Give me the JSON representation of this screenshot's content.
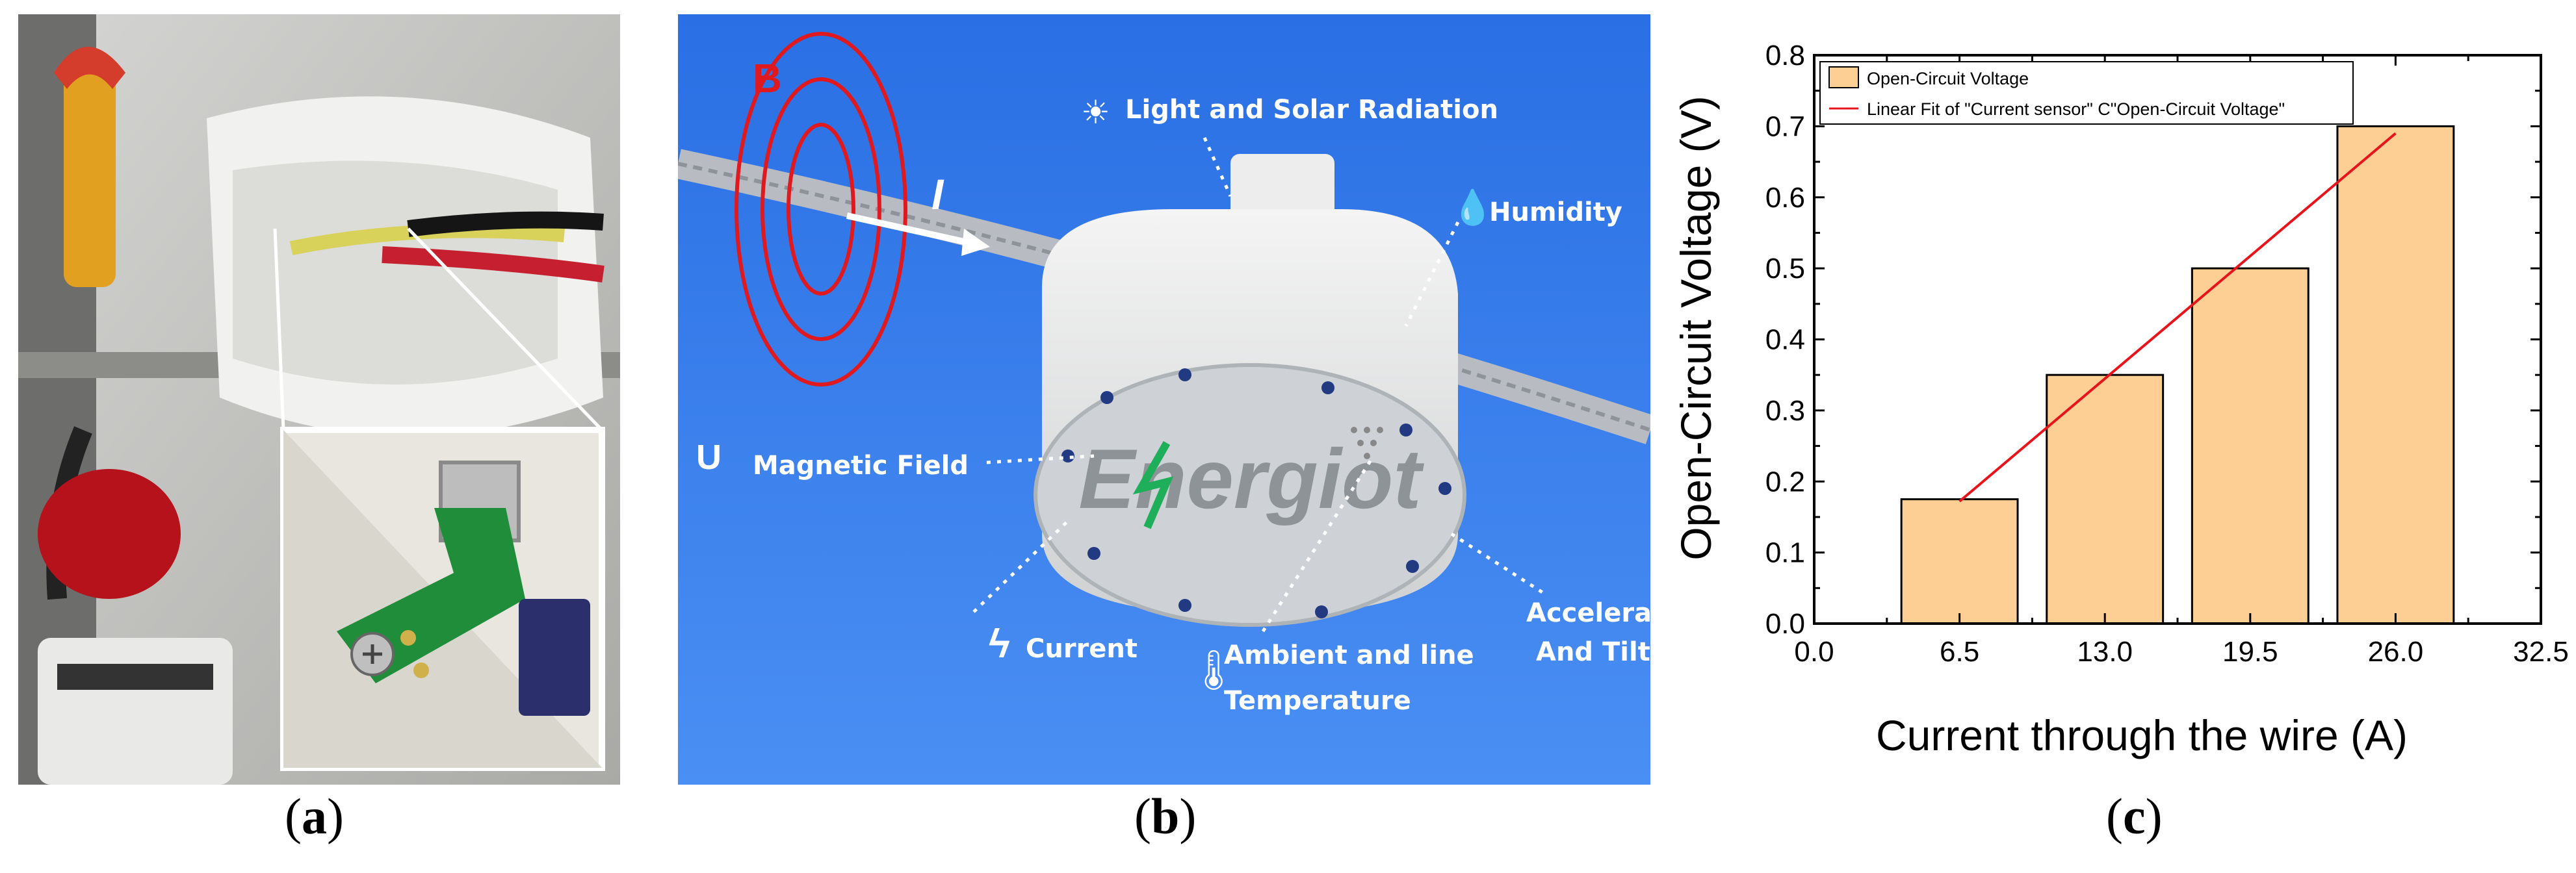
{
  "captions": {
    "a": "a",
    "b": "b",
    "c": "c"
  },
  "panel_b": {
    "b_label": "B",
    "i_label": "I",
    "logo": "Energiot",
    "labels": {
      "light": "Light and Solar Radiation",
      "humidity": "Humidity",
      "magnetic": "Magnetic Field",
      "current": "Current",
      "ambient_line1": "Ambient and line",
      "ambient_line2": "Temperature",
      "accel_line1": "Acceleration",
      "accel_line2": "And Tilt"
    },
    "colors": {
      "sky": "#2f77e8",
      "device": "#e9eaea",
      "field": "#e0191e"
    }
  },
  "chart_data": {
    "type": "bar",
    "x": [
      6.5,
      13.0,
      19.5,
      26.0
    ],
    "values": [
      0.175,
      0.35,
      0.5,
      0.7
    ],
    "xlabel": "Current through the wire (A)",
    "ylabel": "Open-Circuit Voltage (V)",
    "xlim": [
      0.0,
      32.5
    ],
    "ylim": [
      0.0,
      0.8
    ],
    "xticks": [
      "0.0",
      "6.5",
      "13.0",
      "19.5",
      "26.0",
      "32.5"
    ],
    "yticks": [
      "0.0",
      "0.1",
      "0.2",
      "0.3",
      "0.4",
      "0.5",
      "0.6",
      "0.7",
      "0.8"
    ],
    "bar_width": 5.2,
    "fit": {
      "x": [
        6.5,
        26.0
      ],
      "y": [
        0.172,
        0.69
      ]
    },
    "legend": {
      "bars": "Open-Circuit Voltage",
      "fit": "Linear Fit of \"Current sensor\" C\"Open-Circuit Voltage\"",
      "placement": "top-left"
    },
    "colors": {
      "bar": "#fdcf95",
      "fit": "#e8141c",
      "axis": "#000000"
    }
  }
}
